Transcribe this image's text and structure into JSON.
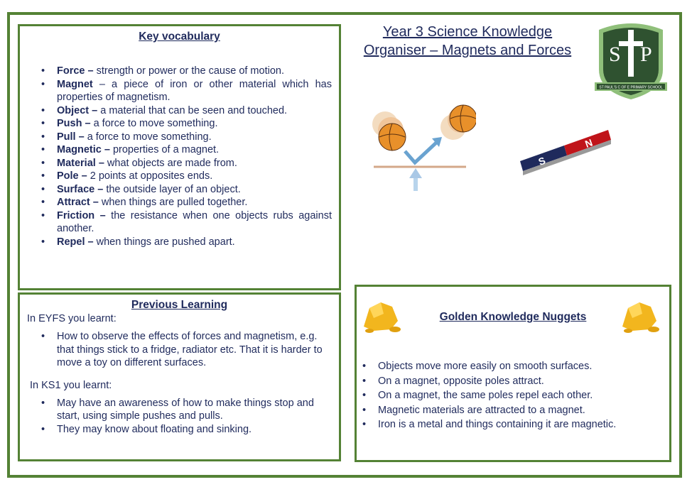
{
  "title": {
    "line1": "Year 3 Science Knowledge",
    "line2": "Organiser – Magnets and Forces"
  },
  "logo": {
    "letters": "S P",
    "school": "ST PAUL'S C OF E PRIMARY SCHOOL"
  },
  "magnet": {
    "south": "S",
    "north": "N"
  },
  "vocab": {
    "heading": "Key vocabulary",
    "items": [
      {
        "term": "Force –",
        "def": " strength or power or the cause of motion."
      },
      {
        "term": "Magnet",
        "def": " – a piece of iron or other material which has properties of magnetism."
      },
      {
        "term": "Object –",
        "def": " a material that can be seen and touched."
      },
      {
        "term": "Push –",
        "def": " a force to move something."
      },
      {
        "term": "Pull –",
        "def": " a force to move something."
      },
      {
        "term": "Magnetic –",
        "def": " properties of a magnet."
      },
      {
        "term": "Material –",
        "def": " what objects are made from."
      },
      {
        "term": "Pole –",
        "def": " 2 points at opposites ends."
      },
      {
        "term": "Surface –",
        "def": " the outside layer of an object."
      },
      {
        "term": "Attract –",
        "def": " when things are pulled together."
      },
      {
        "term": "Friction –",
        "def": " the resistance when one objects rubs against another."
      },
      {
        "term": "Repel –",
        "def": " when things are pushed apart."
      }
    ]
  },
  "previous": {
    "heading": "Previous Learning",
    "eyfs": "In EYFS you learnt:",
    "eyfs_items": [
      "How to observe the effects of forces and magnetism, e.g. that things stick to a fridge, radiator etc. That it is harder to move a toy on different surfaces."
    ],
    "ks1": "In KS1 you learnt:",
    "ks1_items": [
      "May have an awareness of how to make things stop and start, using simple pushes and pulls.",
      "They may know about floating and sinking."
    ]
  },
  "golden": {
    "heading": "Golden Knowledge Nuggets",
    "items": [
      "Objects move more easily on smooth surfaces.",
      "On a magnet, opposite poles attract.",
      "On a magnet, the same poles repel each other.",
      "Magnetic materials are attracted to a magnet.",
      "Iron is a metal and things containing it are magnetic."
    ]
  }
}
